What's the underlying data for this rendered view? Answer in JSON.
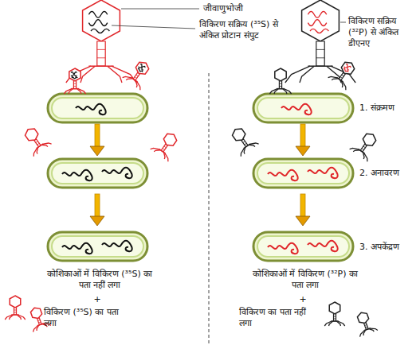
{
  "diagram": {
    "labels": [
      "जीवाणुभोजी",
      "विकिरण सक्रिय (³⁵S) से अंकित प्रोटान संपुट",
      "विकिरण सक्रिय (³²P) से अंकित डीएनए",
      "1. संक्रमण",
      "2. अनावरण",
      "3. अपकेंद्रण",
      "कोशिकाओं में विकिरण (³⁵S) का पता नहीं लगा",
      "+",
      "विकिरण (³⁵S) का पता लगा",
      "कोशिकाओं में विकिरण (³²P) का पता लगा",
      "+",
      "विकिरण का पता नहीं लगा"
    ]
  }
}
